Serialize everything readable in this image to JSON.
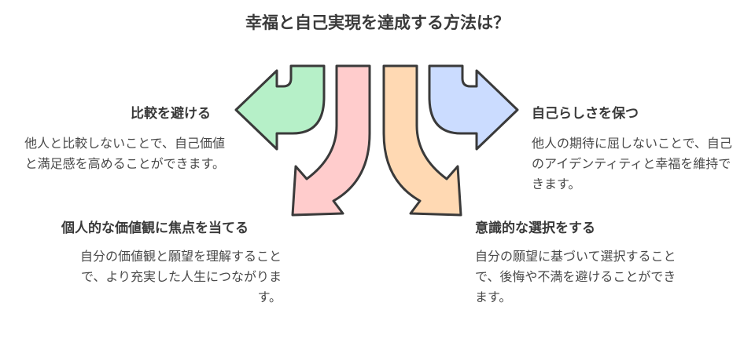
{
  "title": "幸福と自己実現を達成する方法は？",
  "colors": {
    "green": "#b6f0c8",
    "red": "#ffcccc",
    "orange": "#ffd9b3",
    "blue": "#cbdcff",
    "stroke": "#3a3a3a"
  },
  "items": [
    {
      "heading": "比較を避ける",
      "description": "他人と比較しないことで、自己価値と満足感を高めることができます。"
    },
    {
      "heading": "個人的な価値観に焦点を当てる",
      "description": "自分の価値観と願望を理解することで、より充実した人生につながります。"
    },
    {
      "heading": "自己らしさを保つ",
      "description": "他人の期待に屈しないことで、自己のアイデンティティと幸福を維持できます。"
    },
    {
      "heading": "意識的な選択をする",
      "description": "自分の願望に基づいて選択することで、後悔や不満を避けることができます。"
    }
  ]
}
